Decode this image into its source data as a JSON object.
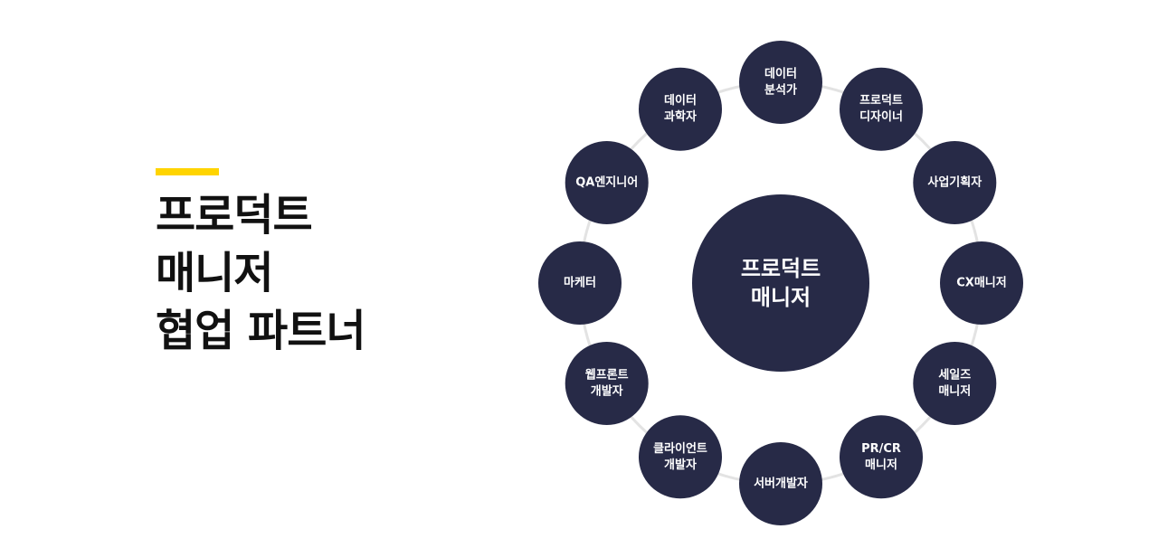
{
  "title": {
    "lines": [
      "프로덕트",
      "매니저",
      "협업 파트너"
    ]
  },
  "colors": {
    "accent": "#FFD400",
    "node_fill": "#272A47",
    "ring": "#E3E3E3",
    "text_dark": "#111111",
    "text_light": "#FFFFFF"
  },
  "center": {
    "lines": [
      "프로덕트",
      "매니저"
    ]
  },
  "partners": [
    {
      "id": "data-analyst",
      "lines": [
        "데이터",
        "분석가"
      ]
    },
    {
      "id": "product-designer",
      "lines": [
        "프로덕트",
        "디자이너"
      ]
    },
    {
      "id": "business-planner",
      "lines": [
        "사업기획자"
      ]
    },
    {
      "id": "cx-manager",
      "lines": [
        "CX매니저"
      ]
    },
    {
      "id": "sales-manager",
      "lines": [
        "세일즈",
        "매니저"
      ]
    },
    {
      "id": "pr-cr-manager",
      "lines": [
        "PR/CR",
        "매니저"
      ]
    },
    {
      "id": "server-developer",
      "lines": [
        "서버개발자"
      ]
    },
    {
      "id": "client-developer",
      "lines": [
        "클라이언트",
        "개발자"
      ]
    },
    {
      "id": "web-frontend-developer",
      "lines": [
        "웹프론트",
        "개발자"
      ]
    },
    {
      "id": "marketer",
      "lines": [
        "마케터"
      ]
    },
    {
      "id": "qa-engineer",
      "lines": [
        "QA엔지니어"
      ]
    },
    {
      "id": "data-scientist",
      "lines": [
        "데이터",
        "과학자"
      ]
    }
  ]
}
